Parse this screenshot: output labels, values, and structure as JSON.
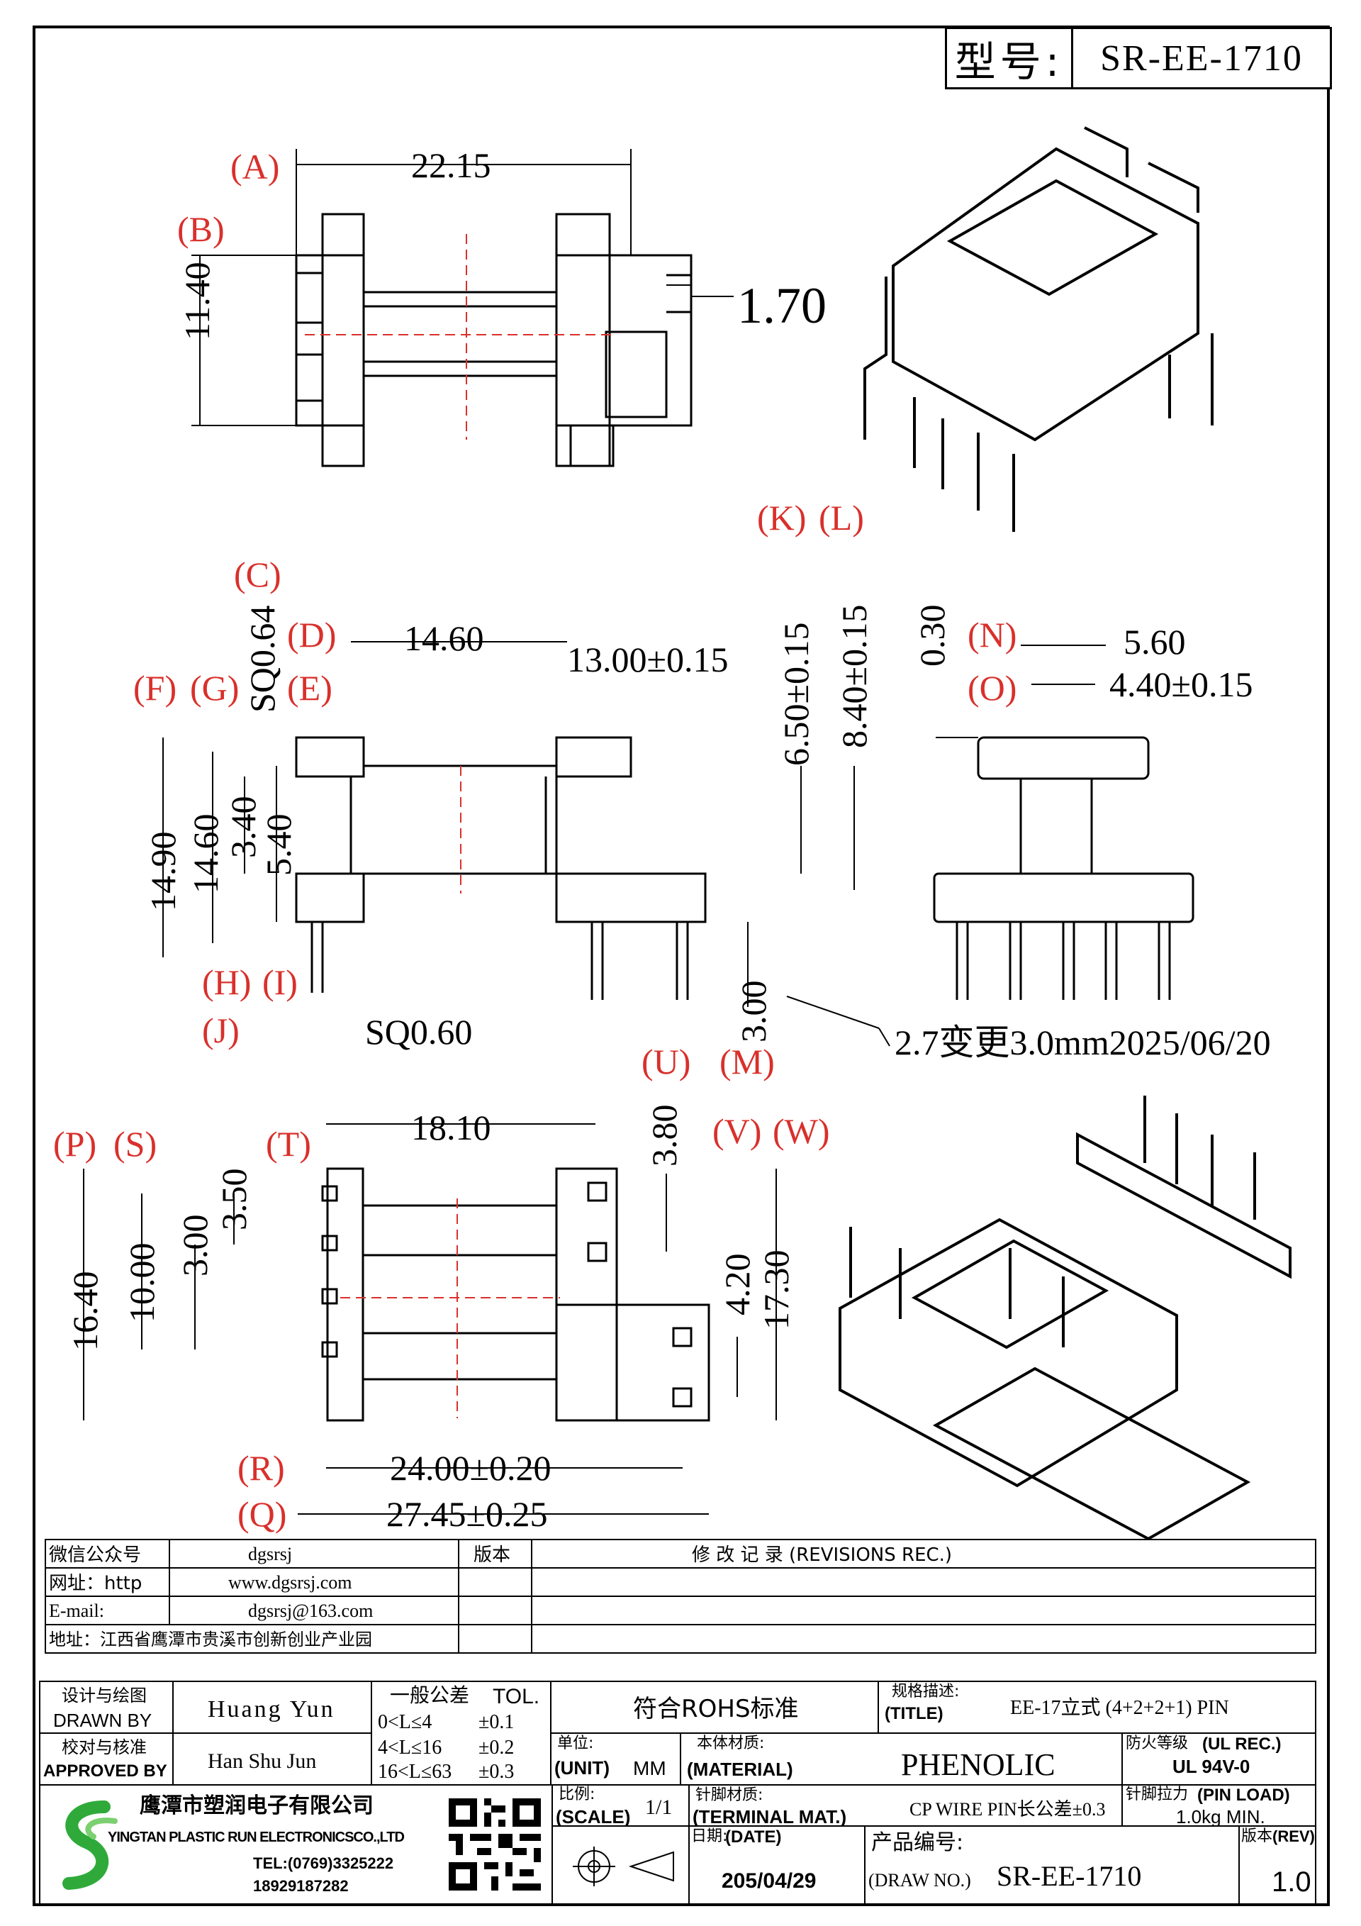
{
  "header": {
    "model_label": "型号:",
    "model_value": "SR-EE-1710"
  },
  "labels": {
    "A": "(A)",
    "B": "(B)",
    "C": "(C)",
    "D": "(D)",
    "E": "(E)",
    "F": "(F)",
    "G": "(G)",
    "H": "(H)",
    "I": "(I)",
    "J": "(J)",
    "K": "(K)",
    "L": "(L)",
    "M": "(M)",
    "N": "(N)",
    "O": "(O)",
    "P": "(P)",
    "Q": "(Q)",
    "R": "(R)",
    "S": "(S)",
    "T": "(T)",
    "U": "(U)",
    "V": "(V)",
    "W": "(W)"
  },
  "dims": {
    "top_width": "22.15",
    "top_height": "11.40",
    "top_slot": "1.70",
    "side_14_60": "14.60",
    "sq_064": "SQ0.64",
    "tol_13": "13.00±0.15",
    "tol_6_50": "6.50±0.15",
    "tol_8_40": "8.40±0.15",
    "h_14_90": "14.90",
    "h_14_60": "14.60",
    "h_3_40": "3.40",
    "h_5_40": "5.40",
    "pin_3_00": "3.00",
    "sq_060": "SQ0.60",
    "end_0_30": "0.30",
    "end_5_60": "5.60",
    "end_4_40": "4.40±0.15",
    "change_note": "2.7变更3.0mm2025/06/20",
    "bot_18_10": "18.10",
    "bot_3_80": "3.80",
    "bot_16_40": "16.40",
    "bot_10_00": "10.00",
    "bot_3_00": "3.00",
    "bot_3_50": "3.50",
    "bot_4_20": "4.20",
    "bot_17_30": "17.30",
    "bot_24_00": "24.00±0.20",
    "bot_27_45": "27.45±0.25"
  },
  "revisions": {
    "wechat_label": "微信公众号",
    "wechat_value": "dgsrsj",
    "web_label": "网址：http",
    "web_value": "www.dgsrsj.com",
    "email_label": "E-mail:",
    "email_value": "dgsrsj@163.com",
    "addr_label": "地址：江西省鹰潭市贵溪市创新创业产业园",
    "version_label": "版本",
    "rev_title": "修 改 记 录 (REVISIONS REC.)"
  },
  "titleblock": {
    "drawn_cn": "设计与绘图",
    "drawn_en": "DRAWN BY",
    "drawn_name": "Huang Yun",
    "approved_cn": "校对与核准",
    "approved_en": "APPROVED BY",
    "approved_name": "Han Shu Jun",
    "tol_title_cn": "一般公差",
    "tol_title_en": "TOL.",
    "tol_rows": [
      {
        "range": "0<L≤4",
        "value": "±0.1"
      },
      {
        "range": "4<L≤16",
        "value": "±0.2"
      },
      {
        "range": "16<L≤63",
        "value": "±0.3"
      }
    ],
    "rohs": "符合ROHS标准",
    "spec_cn": "规格描述:",
    "spec_en": "(TITLE)",
    "spec_value": "EE-17立式 (4+2+2+1) PIN",
    "unit_cn": "单位:",
    "unit_en": "(UNIT)",
    "unit_value": "MM",
    "material_cn": "本体材质:",
    "material_en": "(MATERIAL)",
    "material_value": "PHENOLIC",
    "fire_cn": "防火等级",
    "fire_en": "(UL REC.)",
    "fire_value": "UL 94V-0",
    "scale_cn": "比例:",
    "scale_en": "(SCALE)",
    "scale_value": "1/1",
    "terminal_cn": "针脚材质:",
    "terminal_en": "(TERMINAL MAT.)",
    "terminal_value": "CP WIRE  PIN长公差±0.3",
    "pinload_cn": "针脚拉力",
    "pinload_en": "(PIN LOAD)",
    "pinload_value": "1.0kg MIN.",
    "date_cn": "日期:",
    "date_en": "(DATE)",
    "date_value": "205/04/29",
    "drawno_cn": "产品编号:",
    "drawno_en": "(DRAW NO.)",
    "drawno_value": "SR-EE-1710",
    "rev_cn": "版本",
    "rev_en": "(REV)",
    "rev_value": "1.0",
    "company_cn": "鹰潭市塑润电子有限公司",
    "company_en": "YINGTAN PLASTIC RUN ELECTRONICSCO.,LTD",
    "tel": "TEL:(0769)3325222",
    "mobile": "18929187282",
    "logo_color": "#2faa3a",
    "accent_red": "#d9302b"
  }
}
